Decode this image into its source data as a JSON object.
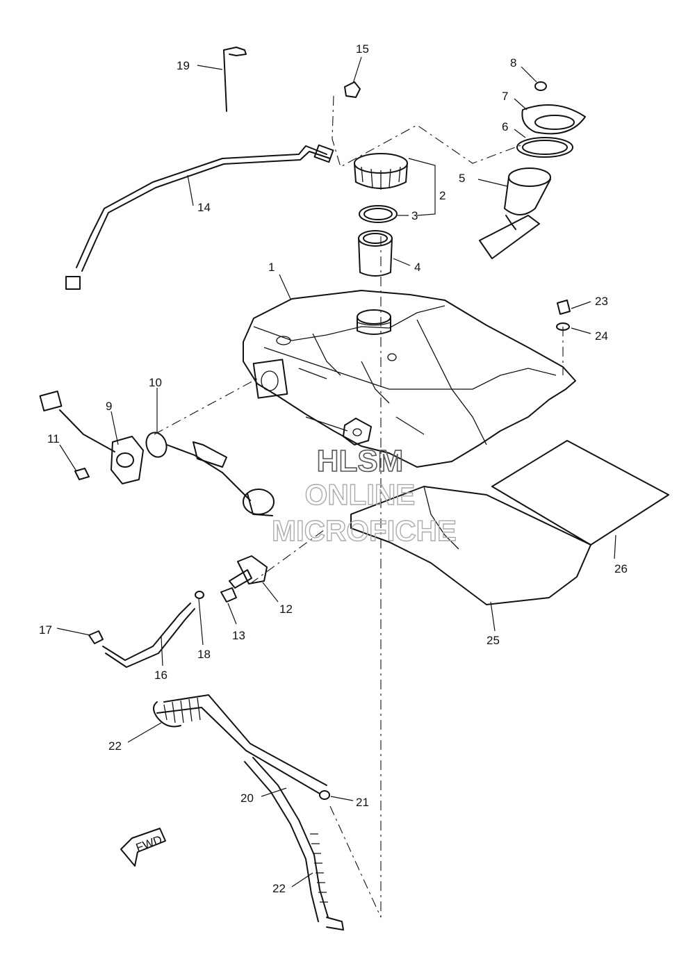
{
  "callouts": {
    "c1": "1",
    "c2": "2",
    "c3": "3",
    "c4": "4",
    "c5": "5",
    "c6": "6",
    "c7": "7",
    "c8": "8",
    "c9": "9",
    "c10": "10",
    "c11": "11",
    "c12": "12",
    "c13": "13",
    "c14": "14",
    "c15": "15",
    "c16": "16",
    "c17": "17",
    "c18": "18",
    "c19": "19",
    "c20": "20",
    "c21": "21",
    "c22a": "22",
    "c22b": "22",
    "c23": "23",
    "c24": "24",
    "c25": "25",
    "c26": "26"
  },
  "fwd_label": "FWD",
  "watermark": {
    "line1": "HLSM",
    "line2": "ONLINE",
    "line3": "MICROFICHE"
  }
}
